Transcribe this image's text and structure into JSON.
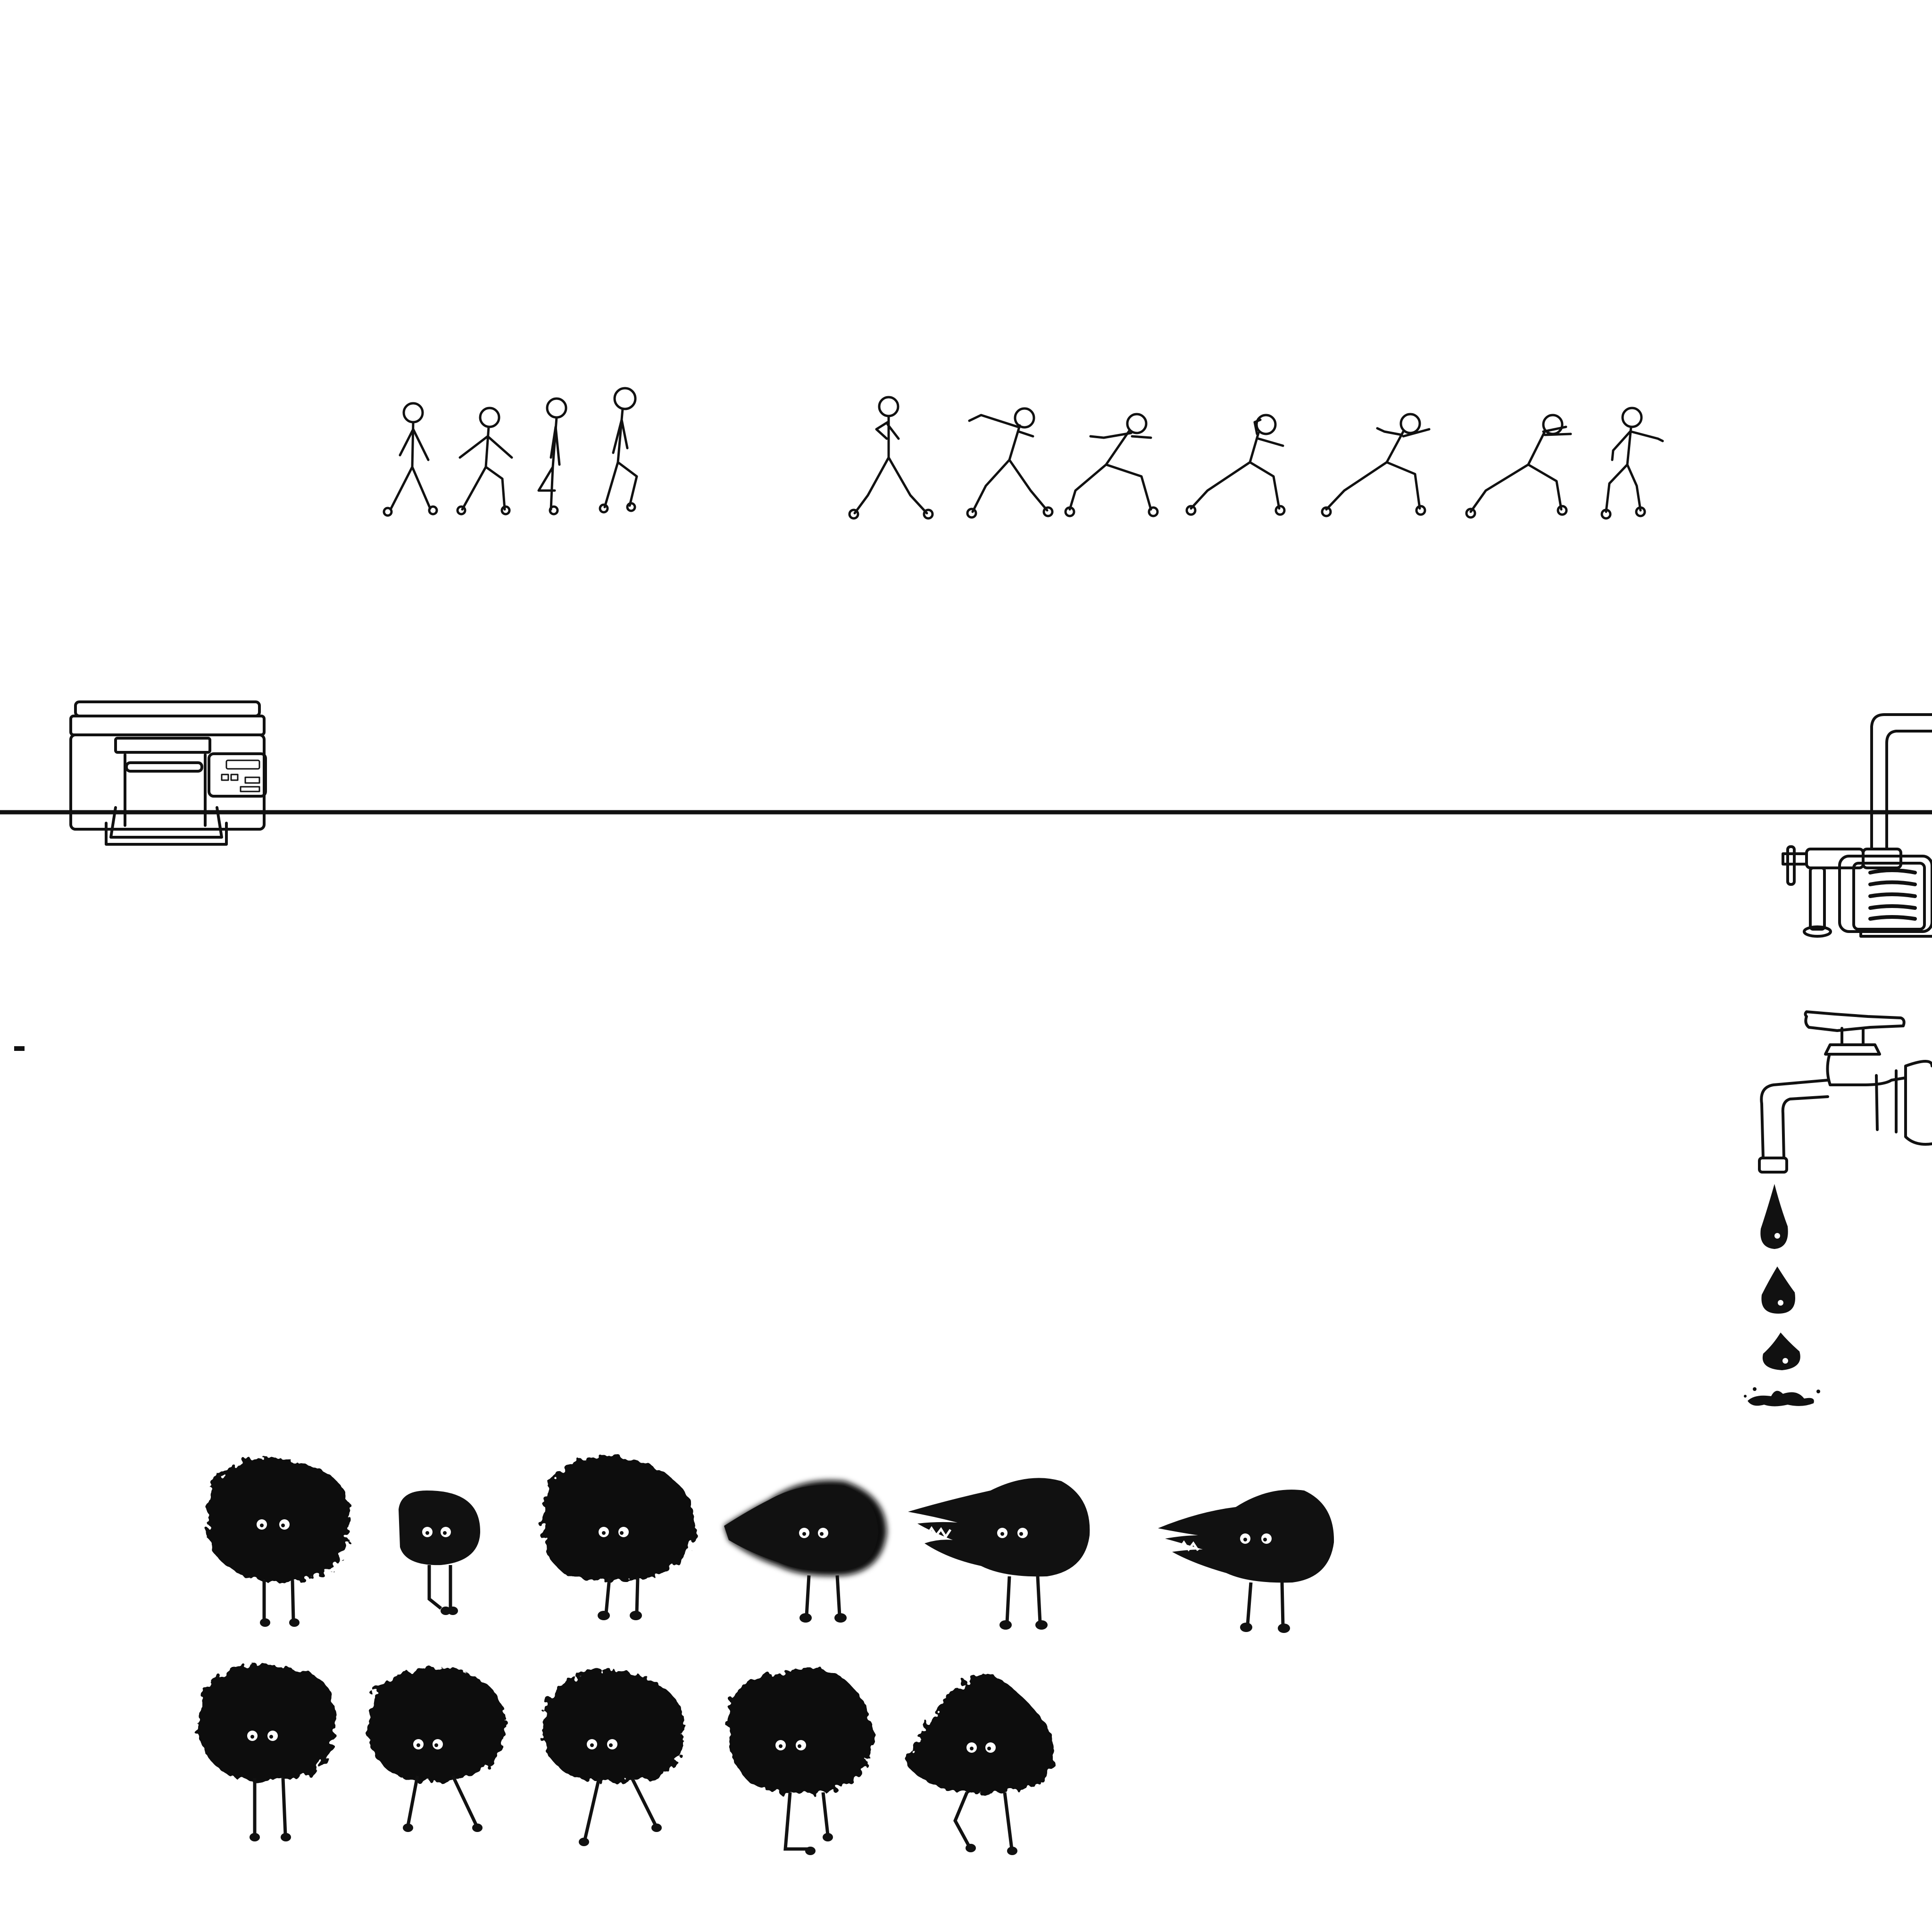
{
  "sheet": {
    "background": "#ffffff",
    "ink_color": "#111111",
    "description_free": true
  },
  "sprites": {
    "walk_cycle": {
      "icon": "stick-figure-walk-icon",
      "frames": 4
    },
    "attack_cycle": {
      "icon": "stick-figure-lunge-icon",
      "frames": 7
    },
    "printer": {
      "icon": "printer-icon"
    },
    "boiler": {
      "icon": "water-heater-icon"
    },
    "faucet": {
      "icon": "faucet-icon"
    },
    "ink_drops": {
      "icon": "ink-drop-icon",
      "frames": 4
    },
    "soot_bite_row": {
      "icon": "soot-creature-icon",
      "frames": 6
    },
    "soot_walk_row": {
      "icon": "soot-creature-icon",
      "frames": 5
    }
  }
}
